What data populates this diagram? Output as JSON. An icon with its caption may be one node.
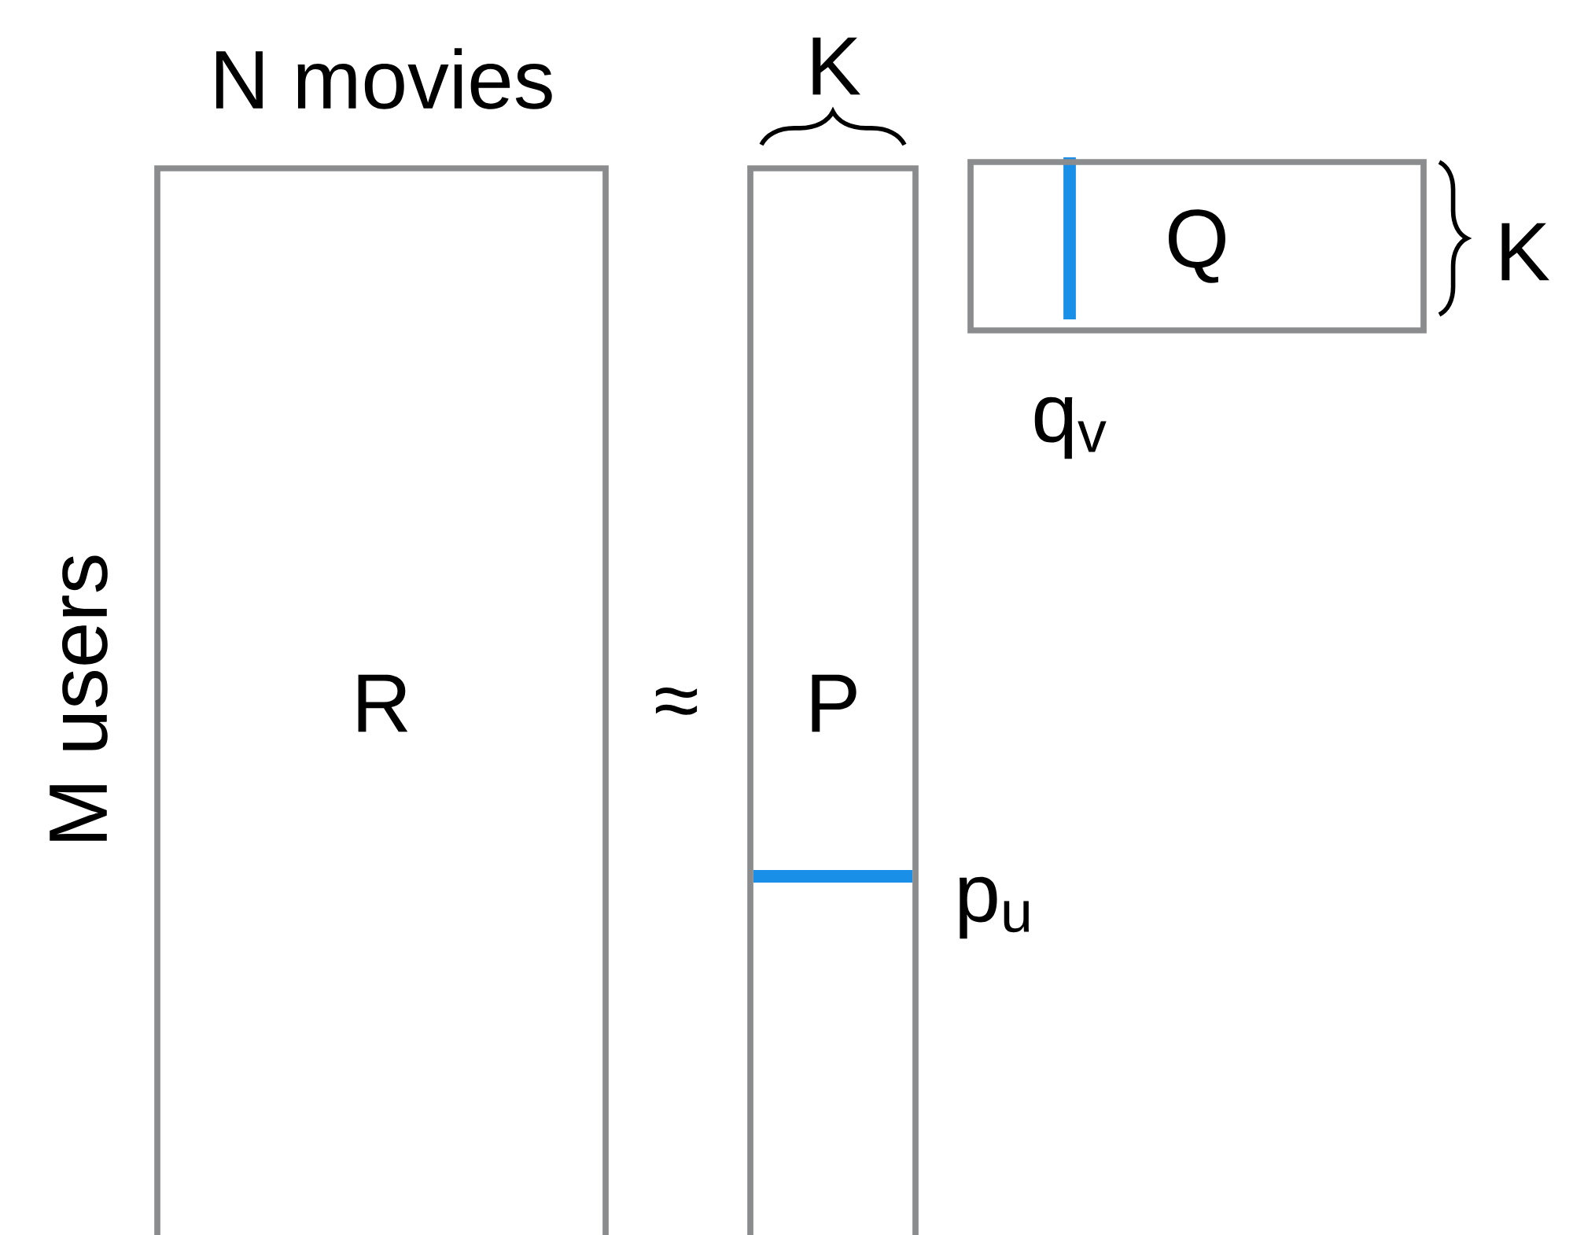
{
  "diagram": {
    "nodes": [
      {
        "text": [
          "R"
        ],
        "beside": [
          "N movies",
          "M users"
        ]
      },
      {
        "text": [
          "P"
        ],
        "beside": [
          "K",
          "p$_{u}$"
        ]
      },
      {
        "text": [
          "Q"
        ],
        "beside": [
          "K",
          "q$_{v}$"
        ]
      }
    ],
    "labels": [
      "≈"
    ]
  }
}
